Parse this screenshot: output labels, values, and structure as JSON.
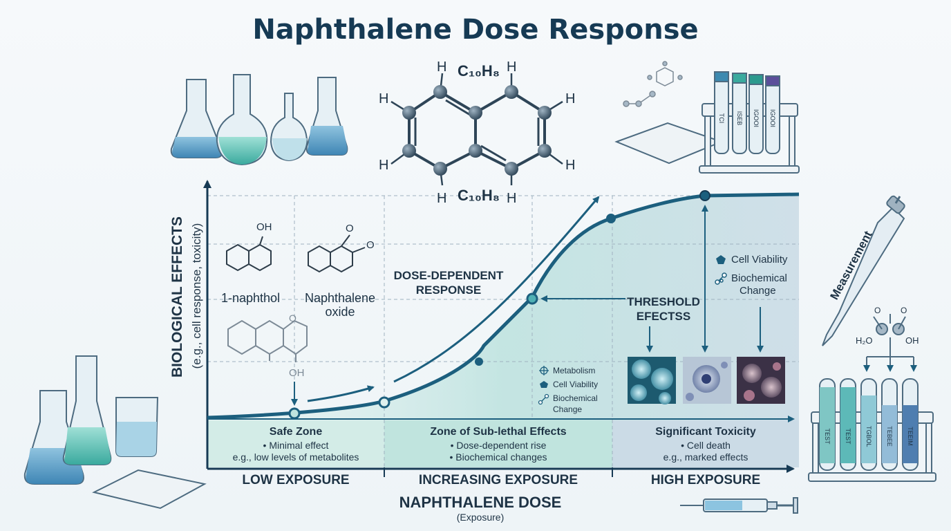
{
  "title": "Naphthalene Dose Response",
  "molecule": {
    "formula_top": "C₁₀H₈",
    "formula_bottom": "C₁₀H₈",
    "atom_h": "H"
  },
  "y_axis": {
    "label": "BIOLOGICAL EFFECTS",
    "sublabel": "(e.g., cell response, toxicity)"
  },
  "x_axis": {
    "label": "NAPHTHALENE DOSE",
    "sublabel": "(Exposure)"
  },
  "metabolites": {
    "oh_label": "OH",
    "o_label": "O",
    "naphthol": "1-naphthol",
    "oxide_line1": "Naphthalene",
    "oxide_line2": "oxide",
    "o_ring_label": "O",
    "oh_bottom": "OH"
  },
  "curve_labels": {
    "dose_dependent_1": "DOSE-DEPENDENT",
    "dose_dependent_2": "RESPONSE",
    "threshold_1": "THRESHOLD",
    "threshold_2": "EFECTSS"
  },
  "legend_high": {
    "cell_viability": "Cell Viability",
    "biochemical_1": "Biochemical",
    "biochemical_2": "Change"
  },
  "legend_mid": {
    "metabolism": "Metabolism",
    "cell_viability": "Cell Viability",
    "biochemical_1": "Biochemical",
    "biochemical_2": "Change"
  },
  "zones": [
    {
      "title": "Safe Zone",
      "line1": "• Minimal effect",
      "line2": "e.g., low levels of metabolites",
      "exposure": "LOW EXPOSURE"
    },
    {
      "title": "Zone of Sub-lethal Effects",
      "line1": "• Dose-dependent rise",
      "line2": "• Biochemical changes",
      "exposure": "INCREASING EXPOSURE"
    },
    {
      "title": "Significant Toxicity",
      "line1": "• Cell death",
      "line2": "e.g., marked effects",
      "exposure": "HIGH EXPOSURE"
    }
  ],
  "equipment": {
    "pipette_label": "Measurement",
    "reaction_h2o": "H₂O",
    "reaction_oh": "OH",
    "reaction_o1": "O",
    "reaction_o2": "O",
    "top_tube_labels": [
      "TCI",
      "ISEB",
      "IGOOI",
      "IGOOI"
    ],
    "bottom_tube_labels": [
      "TEST",
      "TEST",
      "TGBOL",
      "TEBEE",
      "TEEIM"
    ]
  },
  "colors": {
    "navy": "#163a54",
    "teal": "#1f7a8c",
    "curve": "#1c5f7e",
    "safe": "#cfe9e4",
    "mid": "#bfe3de",
    "high": "#c9dae6"
  }
}
